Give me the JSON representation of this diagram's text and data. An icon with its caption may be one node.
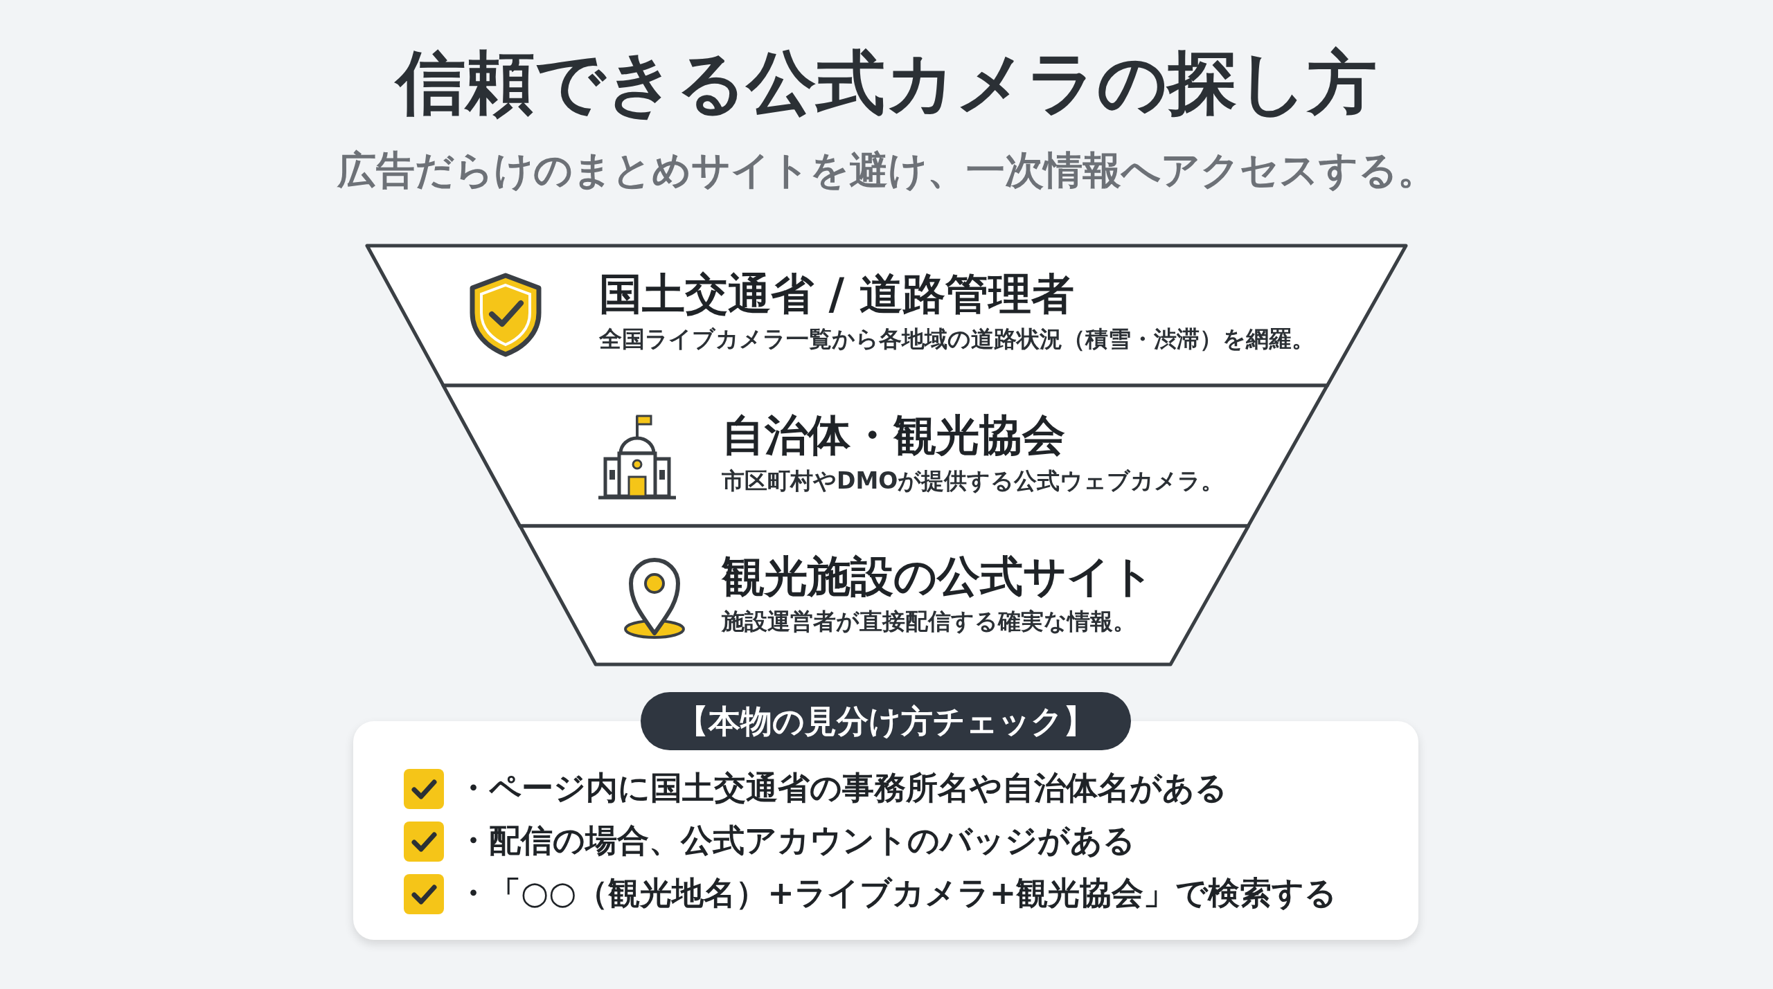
{
  "diagram": {
    "title": "信頼できる公式カメラの探し方",
    "caption": "広告だらけのまとめサイトを避け、一次情報へアクセスする。",
    "nodes": [
      {
        "text": [
          "国土交通省 / 道路管理者",
          "全国ライブカメラ一覧から各地域の道路状況（積雪・渋滞）を網羅。"
        ]
      },
      {
        "text": [
          "自治体・観光協会",
          "市区町村やDMOが提供する公式ウェブカメラ。"
        ]
      },
      {
        "text": [
          "観光施設の公式サイト",
          "施設運営者が直接配信する確実な情報。"
        ]
      },
      {
        "text": [
          "【本物の見分け方チェック】",
          "・ページ内に国土交通省の事務所名や自治体名がある",
          "・配信の場合、公式アカウントのバッジがある",
          "・「○○（観光地名）+ライブカメラ+観光協会」で検索する"
        ]
      }
    ]
  }
}
